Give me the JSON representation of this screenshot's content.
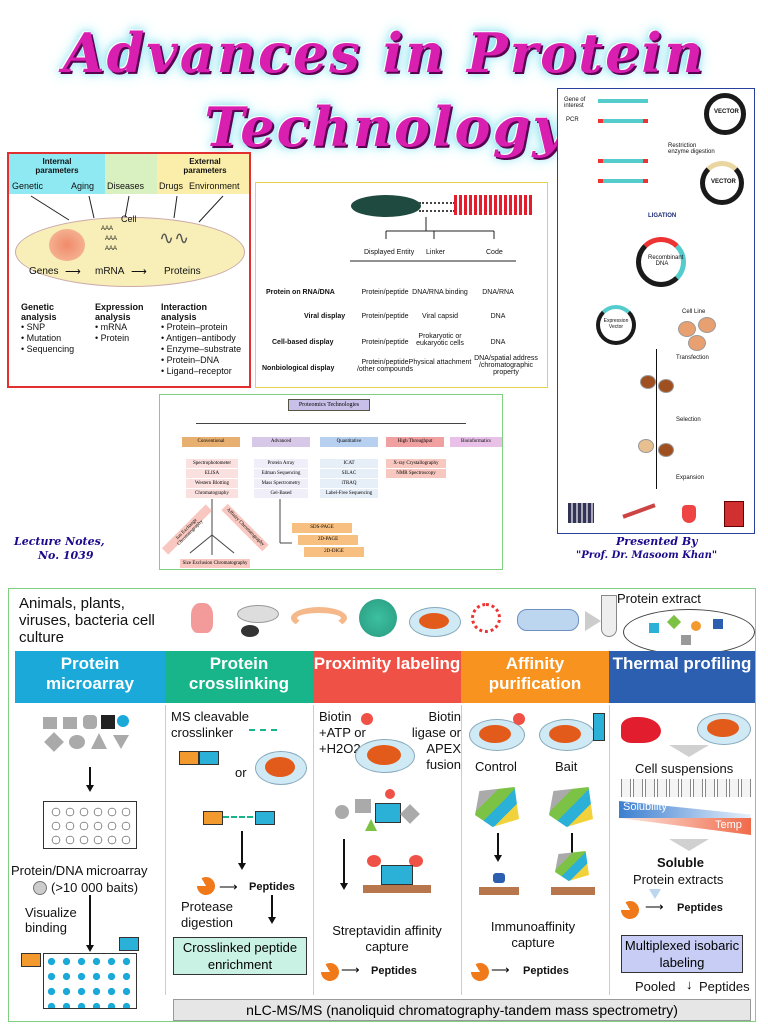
{
  "title": {
    "line1": "Advances in Protein",
    "line2": "Technology"
  },
  "lecture": {
    "line1": "Lecture Notes,",
    "line2": "No. 1039"
  },
  "presenter": {
    "line1": "Presented By",
    "line2": "\"Prof. Dr. Masoom Khan\""
  },
  "panel1": {
    "internal": "Internal parameters",
    "internal_items": [
      "Genetic",
      "Aging"
    ],
    "diseases": "Diseases",
    "external": "External parameters",
    "external_items": [
      "Drugs",
      "Environment"
    ],
    "cell": "Cell",
    "flow": [
      "Genes",
      "mRNA",
      "Proteins"
    ],
    "aaa": "AAA",
    "genetic_title": "Genetic analysis",
    "genetic_items": [
      "• SNP",
      "• Mutation",
      "• Sequencing"
    ],
    "expression_title": "Expression analysis",
    "expression_items": [
      "• mRNA",
      "• Protein"
    ],
    "interaction_title": "Interaction analysis",
    "interaction_items": [
      "• Protein–protein",
      "• Antigen–antibody",
      "• Enzyme–substrate",
      "• Protein–DNA",
      "• Ligand–receptor"
    ]
  },
  "panel2": {
    "headers": [
      "Displayed Entity",
      "Linker",
      "Code"
    ],
    "rows": [
      {
        "name": "Protein on RNA/DNA",
        "cells": [
          "Protein/peptide",
          "DNA/RNA binding",
          "DNA/RNA"
        ]
      },
      {
        "name": "Viral display",
        "cells": [
          "Protein/peptide",
          "Viral capsid",
          "DNA"
        ]
      },
      {
        "name": "Cell-based display",
        "cells": [
          "Protein/peptide",
          "Prokaryotic or eukaryotic cells",
          "DNA"
        ]
      },
      {
        "name": "Nonbiological display",
        "cells": [
          "Protein/peptide /other compounds",
          "Physical attachment",
          "DNA/spatial address /chromatographic property"
        ]
      }
    ]
  },
  "panel3": {
    "root": "Proteomics Technologies",
    "categories": [
      "Conventional",
      "Advanced",
      "Quantitative",
      "High Throughput",
      "Bioinformatics"
    ],
    "conventional": [
      "Spectrophotometer",
      "ELISA",
      "Western Blotting",
      "Chromatography"
    ],
    "advanced": [
      "Protein Array",
      "Edman Sequencing",
      "Mass Spectrometry",
      "Gel-Based"
    ],
    "quantitative": [
      "ICAT",
      "SILAC",
      "iTRAQ",
      "Label-Free Sequencing"
    ],
    "throughput": [
      "X-ray Crystallography",
      "NMR Spectroscopy"
    ],
    "gels": [
      "SDS-PAGE",
      "2D-PAGE",
      "2D-DIGE"
    ],
    "chromatography": [
      "Ion Exchange Chromatography",
      "Affinity Chromatography",
      "Size Exclusion Chromatography"
    ]
  },
  "panel4": {
    "gene": "Gene of interest",
    "pcr": "PCR",
    "restriction": "Restriction enzyme digestion",
    "vector": "VECTOR",
    "ligation": "LIGATION",
    "recombinant": "Recombinant DNA",
    "expression_vector": "Expression Vector",
    "cell_line": "Cell Line",
    "steps": [
      "Transfection",
      "Selection",
      "Expansion"
    ]
  },
  "bottom": {
    "sources": "Animals, plants, viruses, bacteria cell culture",
    "extract": "Protein extract",
    "headers": [
      {
        "text": "Protein microarray",
        "color": "#1aa9d8"
      },
      {
        "text": "Protein crosslinking",
        "color": "#19b58a"
      },
      {
        "text": "Proximity labeling",
        "color": "#ef5146"
      },
      {
        "text": "Affinity purification",
        "color": "#f7931e"
      },
      {
        "text": "Thermal profiling",
        "color": "#2c5fb0"
      }
    ],
    "c1": {
      "microarray": "Protein/DNA microarray",
      "baits": "(>10 000 baits)",
      "visualize": "Visualize binding"
    },
    "c2": {
      "crosslinker": "MS cleavable crosslinker",
      "or": "or",
      "digestion": "Protease digestion",
      "peptides": "Peptides",
      "enrich": "Crosslinked peptide enrichment"
    },
    "c3": {
      "biotin1": "Biotin +ATP or +H2O2",
      "biotin2": "Biotin ligase or APEX fusion",
      "capture": "Streptavidin affinity capture",
      "peptides": "Peptides"
    },
    "c4": {
      "control": "Control",
      "bait": "Bait",
      "capture": "Immunoaffinity capture",
      "peptides": "Peptides"
    },
    "c5": {
      "suspensions": "Cell suspensions",
      "solubility": "Solubility",
      "temp": "Temp",
      "soluble": "Soluble",
      "extracts": "Protein extracts",
      "peptides": "Peptides",
      "multiplex": "Multiplexed isobaric labeling",
      "pooled": "Pooled",
      "peptides2": "Peptides"
    },
    "footer": "nLC-MS/MS (nanoliquid chromatography-tandem mass spectrometry)"
  }
}
